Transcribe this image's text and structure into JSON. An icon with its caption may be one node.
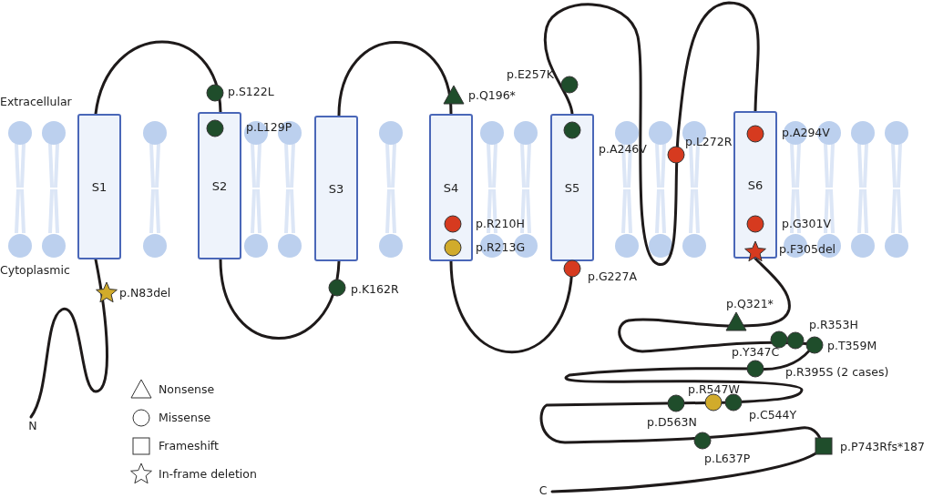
{
  "diagram": {
    "nodes": [
      {
        "text": [
          "N"
        ]
      },
      {
        "text": [
          "S1"
        ]
      },
      {
        "text": [
          "S2"
        ]
      },
      {
        "text": [
          "S3"
        ]
      },
      {
        "text": [
          "S4"
        ]
      },
      {
        "text": [
          "S5"
        ]
      },
      {
        "text": [
          "S6"
        ]
      },
      {
        "text": [
          "C"
        ]
      }
    ],
    "edges": [
      {
        "from": 0,
        "to": 1,
        "arrow": "none"
      },
      {
        "from": 1,
        "to": 2,
        "arrow": "none"
      },
      {
        "from": 2,
        "to": 3,
        "arrow": "none"
      },
      {
        "from": 3,
        "to": 4,
        "arrow": "none"
      },
      {
        "from": 4,
        "to": 5,
        "arrow": "none"
      },
      {
        "from": 5,
        "to": 6,
        "arrow": "none"
      },
      {
        "from": 6,
        "to": 7,
        "arrow": "none"
      }
    ],
    "labels": [
      "p.E257K",
      "p.S122L",
      "Extracellular",
      "p.Q196*",
      "p.L129P",
      "p.A294V",
      "p.L272R",
      "p.A246V",
      "p.R210H",
      "p.G301V",
      "p.R213G",
      "p.F305del",
      "Cytoplasmic",
      "p.G227A",
      "p.K162R",
      "p.N83del",
      "p.Q321*",
      "p.R353H",
      "p.Y347C",
      "p.T359M",
      "p.R395S (2 cases)",
      "p.R547W",
      "p.D563N",
      "p.C544Y",
      "p.L637P",
      "p.P743Rfs*187"
    ],
    "legend": [
      {
        "text": "Nonsense"
      },
      {
        "text": "Missense"
      },
      {
        "text": "Frameshift"
      },
      {
        "text": "In-frame deletion"
      }
    ]
  }
}
